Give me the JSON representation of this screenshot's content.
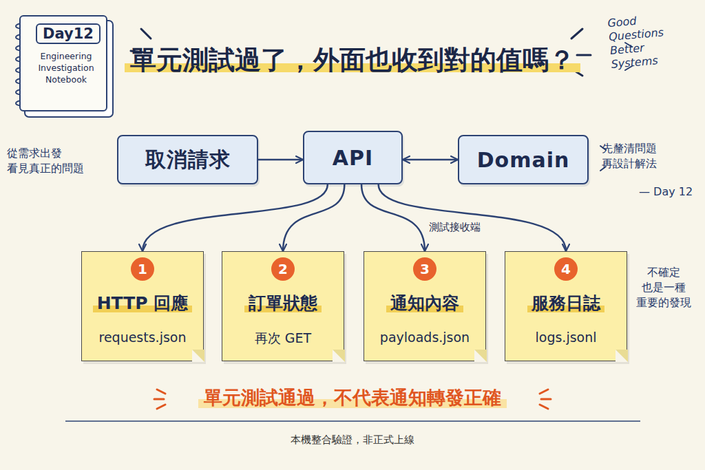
{
  "diagram": {
    "title": "單元測試過了，外面也收到對的值嗎？",
    "caption": "本機整合驗證，非正式上線",
    "nodes": [
      {
        "text": [
          "Day12",
          "Engineering Investigation Notebook"
        ]
      },
      {
        "text": [
          "取消請求"
        ]
      },
      {
        "text": [
          "API"
        ]
      },
      {
        "text": [
          "Domain"
        ]
      },
      {
        "text": [
          "HTTP 回應",
          "requests.json"
        ]
      },
      {
        "text": [
          "1"
        ],
        "in": 4
      },
      {
        "text": [
          "訂單狀態",
          "再次 GET"
        ]
      },
      {
        "text": [
          "2"
        ],
        "in": 6
      },
      {
        "text": [
          "通知內容",
          "payloads.json"
        ]
      },
      {
        "text": [
          "3"
        ],
        "in": 8
      },
      {
        "text": [
          "服務日誌",
          "logs.jsonl"
        ]
      },
      {
        "text": [
          "4"
        ],
        "in": 10
      }
    ],
    "edges": [
      {
        "from": 1,
        "to": 2,
        "arrow": "to"
      },
      {
        "from": 2,
        "to": 3,
        "arrow": "both"
      },
      {
        "from": 2,
        "to": 4,
        "arrow": "to"
      },
      {
        "from": 2,
        "to": 6,
        "arrow": "to"
      },
      {
        "from": 2,
        "to": 8,
        "arrow": "to",
        "label": "測試接收端"
      },
      {
        "from": 2,
        "to": 10,
        "arrow": "to"
      }
    ],
    "labels": [
      "Good Questions Better Systems",
      "從需求出發 看見真正的問題",
      "先釐清問題 再設計解法",
      "— Day 12",
      "不確定 也是一種 重要的發現",
      "單元測試通過，不代表通知轉發正確"
    ]
  }
}
